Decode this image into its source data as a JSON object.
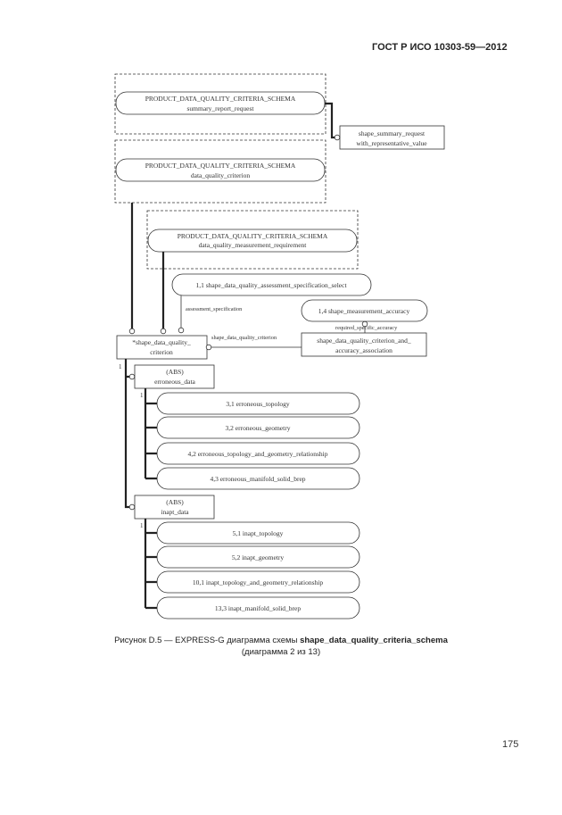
{
  "page": {
    "standard_ref": "ГОСТ Р ИСО 10303-59—2012",
    "page_number": "175",
    "caption_prefix": "Рисунок D.5 — EXPRESS-G диаграмма схемы ",
    "caption_schema": "shape_data_quality_criteria_schema",
    "caption_line2": "(диаграмма 2 из 13)"
  },
  "diagram": {
    "schema_refs": [
      {
        "line1": "PRODUCT_DATA_QUALITY_CRITERIA_SCHEMA",
        "line2": "summary_report_request"
      },
      {
        "line1": "PRODUCT_DATA_QUALITY_CRITERIA_SCHEMA",
        "line2": "data_quality_criterion"
      },
      {
        "line1": "PRODUCT_DATA_QUALITY_CRITERIA_SCHEMA",
        "line2": "data_quality_measurement_requirement"
      }
    ],
    "entities": {
      "summary_request": {
        "line1": "shape_summary_request",
        "line2": "with_representative_value"
      },
      "criterion": {
        "line1": "*shape_data_quality_",
        "line2": "criterion"
      },
      "association": {
        "line1": "shape_data_quality_criterion_and_",
        "line2": "accuracy_association"
      },
      "erroneous": {
        "line1": "(ABS)",
        "line2": "erroneous_data"
      },
      "inapt": {
        "line1": "(ABS)",
        "line2": "inapt_data"
      }
    },
    "page_refs": {
      "assessment_select": "1,1  shape_data_quality_assessment_specification_select",
      "measurement_accuracy": "1,4  shape_measurement_accuracy",
      "erroneous": [
        "3,1  erroneous_topology",
        "3,2  erroneous_geometry",
        "4,2  erroneous_topology_and_geometry_relationship",
        "4,3  erroneous_manifold_solid_brep"
      ],
      "inapt": [
        "5,1  inapt_topology",
        "5,2  inapt_geometry",
        "10,1  inapt_topology_and_geometry_relationship",
        "13,3  inapt_manifold_solid_brep"
      ]
    },
    "attributes": {
      "assessment_specification": "assessment_specification",
      "required_specific_accuracy": "required_specific_accuracy",
      "shape_data_quality_criterion": "shape_data_quality_criterion"
    },
    "cardinality": {
      "one_a": "1",
      "one_b": "1",
      "one_c": "1"
    }
  }
}
